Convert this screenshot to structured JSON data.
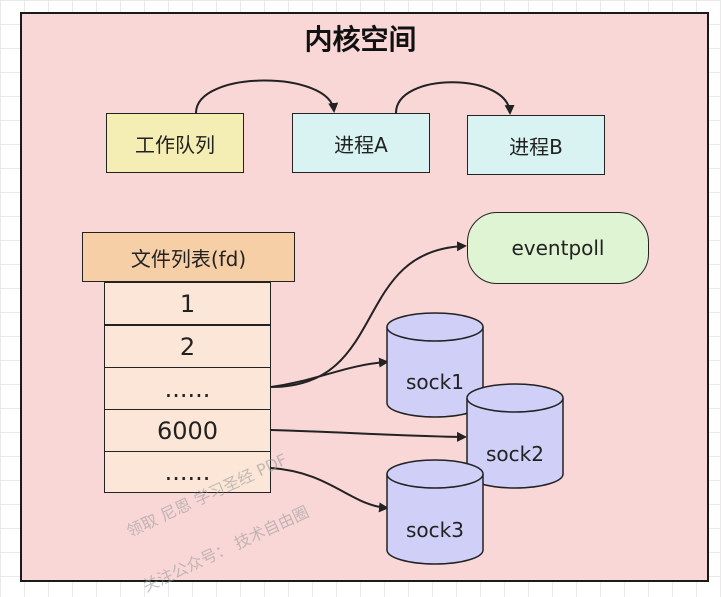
{
  "title": "内核空间",
  "nodes": {
    "work_queue": "工作队列",
    "process_a": "进程A",
    "process_b": "进程B",
    "eventpoll": "eventpoll"
  },
  "file_list": {
    "header": "文件列表(fd)",
    "rows": [
      "1",
      "2",
      "......",
      "6000",
      "......"
    ]
  },
  "sockets": [
    "sock1",
    "sock2",
    "sock3"
  ],
  "watermark": {
    "line1": "领取 尼恩 学习圣经 PDF",
    "line2": "关注公众号： 技术自由圈"
  },
  "colors": {
    "panel": "#f9d7d7",
    "work_queue": "#f5eeb4",
    "process": "#d8f3f1",
    "eventpoll": "#dff4d2",
    "file_header": "#f7cfa7",
    "file_row": "#fbe6d7",
    "socket": "#cfcff7"
  }
}
